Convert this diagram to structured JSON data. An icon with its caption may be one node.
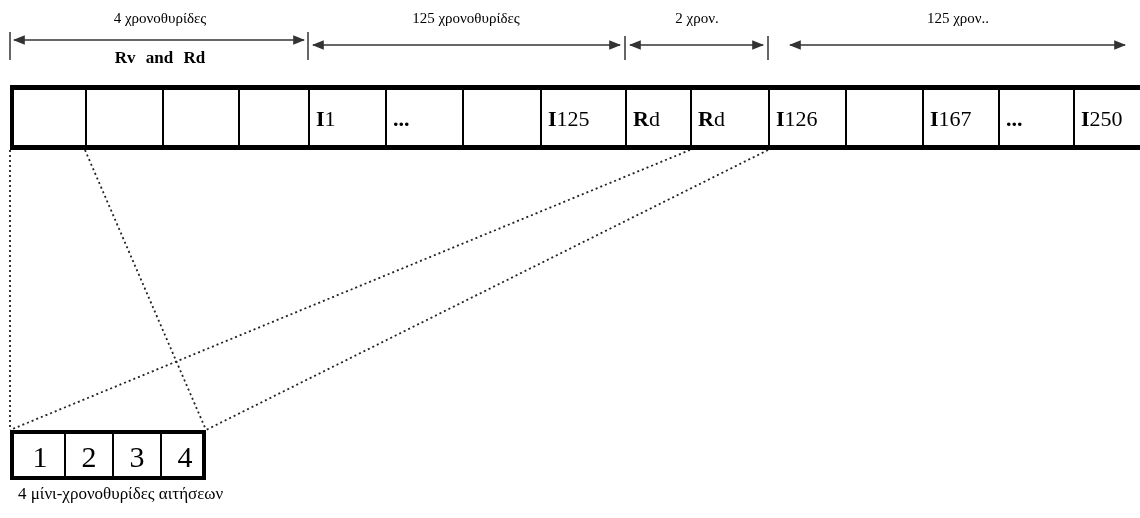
{
  "diagram": {
    "nodes": [
      {
        "text": [],
        "shape": "box"
      },
      {
        "text": [],
        "shape": "box"
      },
      {
        "text": [],
        "shape": "box"
      },
      {
        "text": [],
        "shape": "box"
      },
      {
        "text": [
          "**I**1"
        ]
      },
      {
        "text": [
          "**...**"
        ]
      },
      {
        "text": [],
        "shape": "box"
      },
      {
        "text": [
          "**I**125"
        ]
      },
      {
        "text": [
          "**R**d"
        ]
      },
      {
        "text": [
          "**R**d"
        ]
      },
      {
        "text": [
          "**I**126"
        ]
      },
      {
        "text": [],
        "shape": "box"
      },
      {
        "text": [
          "**I**167"
        ]
      },
      {
        "text": [
          "**...**"
        ]
      },
      {
        "text": [
          "**I**250"
        ]
      },
      {
        "text": [],
        "shape": "box",
        "beside": [
          "4 μίνι-χρονοθυρίδες αιτήσεων"
        ]
      },
      {
        "text": [
          "1"
        ],
        "in": 15
      },
      {
        "text": [
          "2"
        ],
        "in": 15
      },
      {
        "text": [
          "3"
        ],
        "in": 15
      },
      {
        "text": [
          "4"
        ],
        "in": 15
      }
    ],
    "edges": [
      {
        "from": 0,
        "to": 15,
        "arrow": "none",
        "style": "dashed"
      },
      {
        "from": 1,
        "to": 15,
        "arrow": "none",
        "style": "dashed"
      },
      {
        "from": 9,
        "to": 15,
        "arrow": "none",
        "style": "dashed"
      },
      {
        "from": 9,
        "to": 15,
        "arrow": "none",
        "style": "dashed"
      }
    ],
    "labels": [
      "4 χρονοθυρίδες",
      "125 χρονοθυρίδες",
      "2 χρον.",
      "125 χρον..",
      "Rv and Rd"
    ]
  }
}
